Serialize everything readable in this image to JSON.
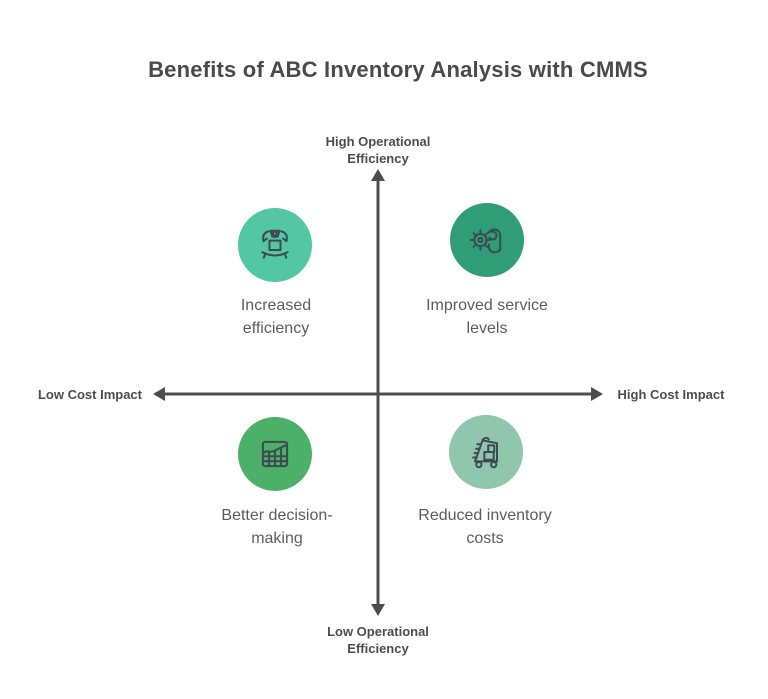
{
  "title": "Benefits of ABC Inventory Analysis with CMMS",
  "colors": {
    "title_text": "#4a4a4a",
    "axis_line": "#4d4d4d",
    "axis_label_text": "#4d4d4d",
    "quadrant_label_text": "#5c5c5c",
    "icon_stroke": "#3e4a52",
    "circle_top_left": "#53c6a2",
    "circle_top_right": "#2f9e77",
    "circle_bottom_left": "#4cb068",
    "circle_bottom_right": "#8fc6ac",
    "background": "#ffffff"
  },
  "axes": {
    "top": {
      "label": "High Operational Efficiency",
      "lines": [
        "High Operational",
        "Efficiency"
      ]
    },
    "bottom": {
      "label": "Low Operational Efficiency",
      "lines": [
        "Low Operational",
        "Efficiency"
      ]
    },
    "left": {
      "label": "Low Cost Impact"
    },
    "right": {
      "label": "High Cost Impact"
    }
  },
  "quadrants": [
    {
      "position": "top-left",
      "icon": "robotic-arm-icon",
      "label": "Increased efficiency",
      "label_lines": [
        "Increased",
        "efficiency"
      ],
      "circle_color": "#53c6a2"
    },
    {
      "position": "top-right",
      "icon": "hand-holding-gear-icon",
      "label": "Improved service levels",
      "label_lines": [
        "Improved service",
        "levels"
      ],
      "circle_color": "#2f9e77"
    },
    {
      "position": "bottom-left",
      "icon": "chart-grid-icon",
      "label": "Better decision-making",
      "label_lines": [
        "Better decision-",
        "making"
      ],
      "circle_color": "#4cb068"
    },
    {
      "position": "bottom-right",
      "icon": "hand-truck-icon",
      "label": "Reduced inventory costs",
      "label_lines": [
        "Reduced inventory",
        "costs"
      ],
      "circle_color": "#8fc6ac"
    }
  ]
}
